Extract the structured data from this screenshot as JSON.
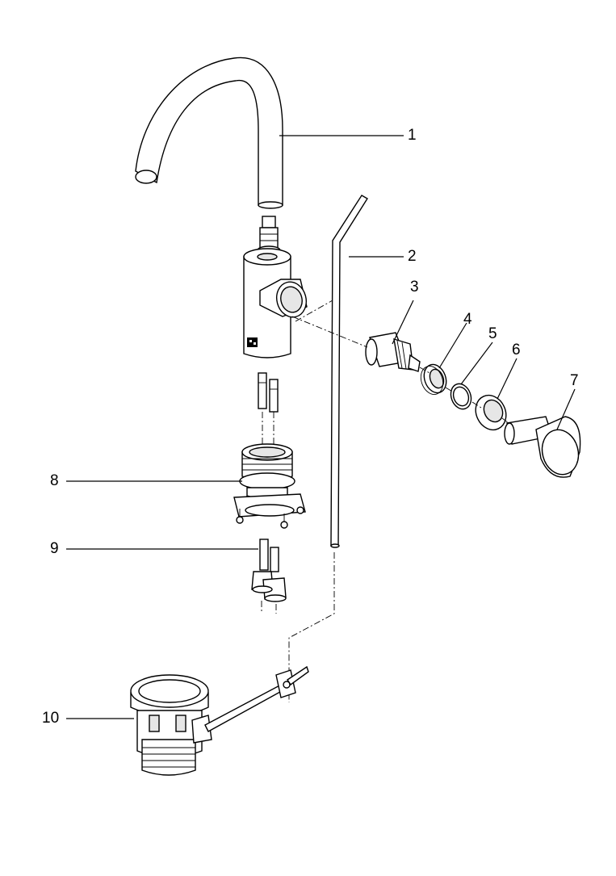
{
  "diagram": {
    "labels": [
      "1",
      "2",
      "3",
      "4",
      "5",
      "6",
      "7",
      "8",
      "9",
      "10"
    ]
  },
  "colors": {
    "line": "#000000",
    "background": "#ffffff"
  }
}
